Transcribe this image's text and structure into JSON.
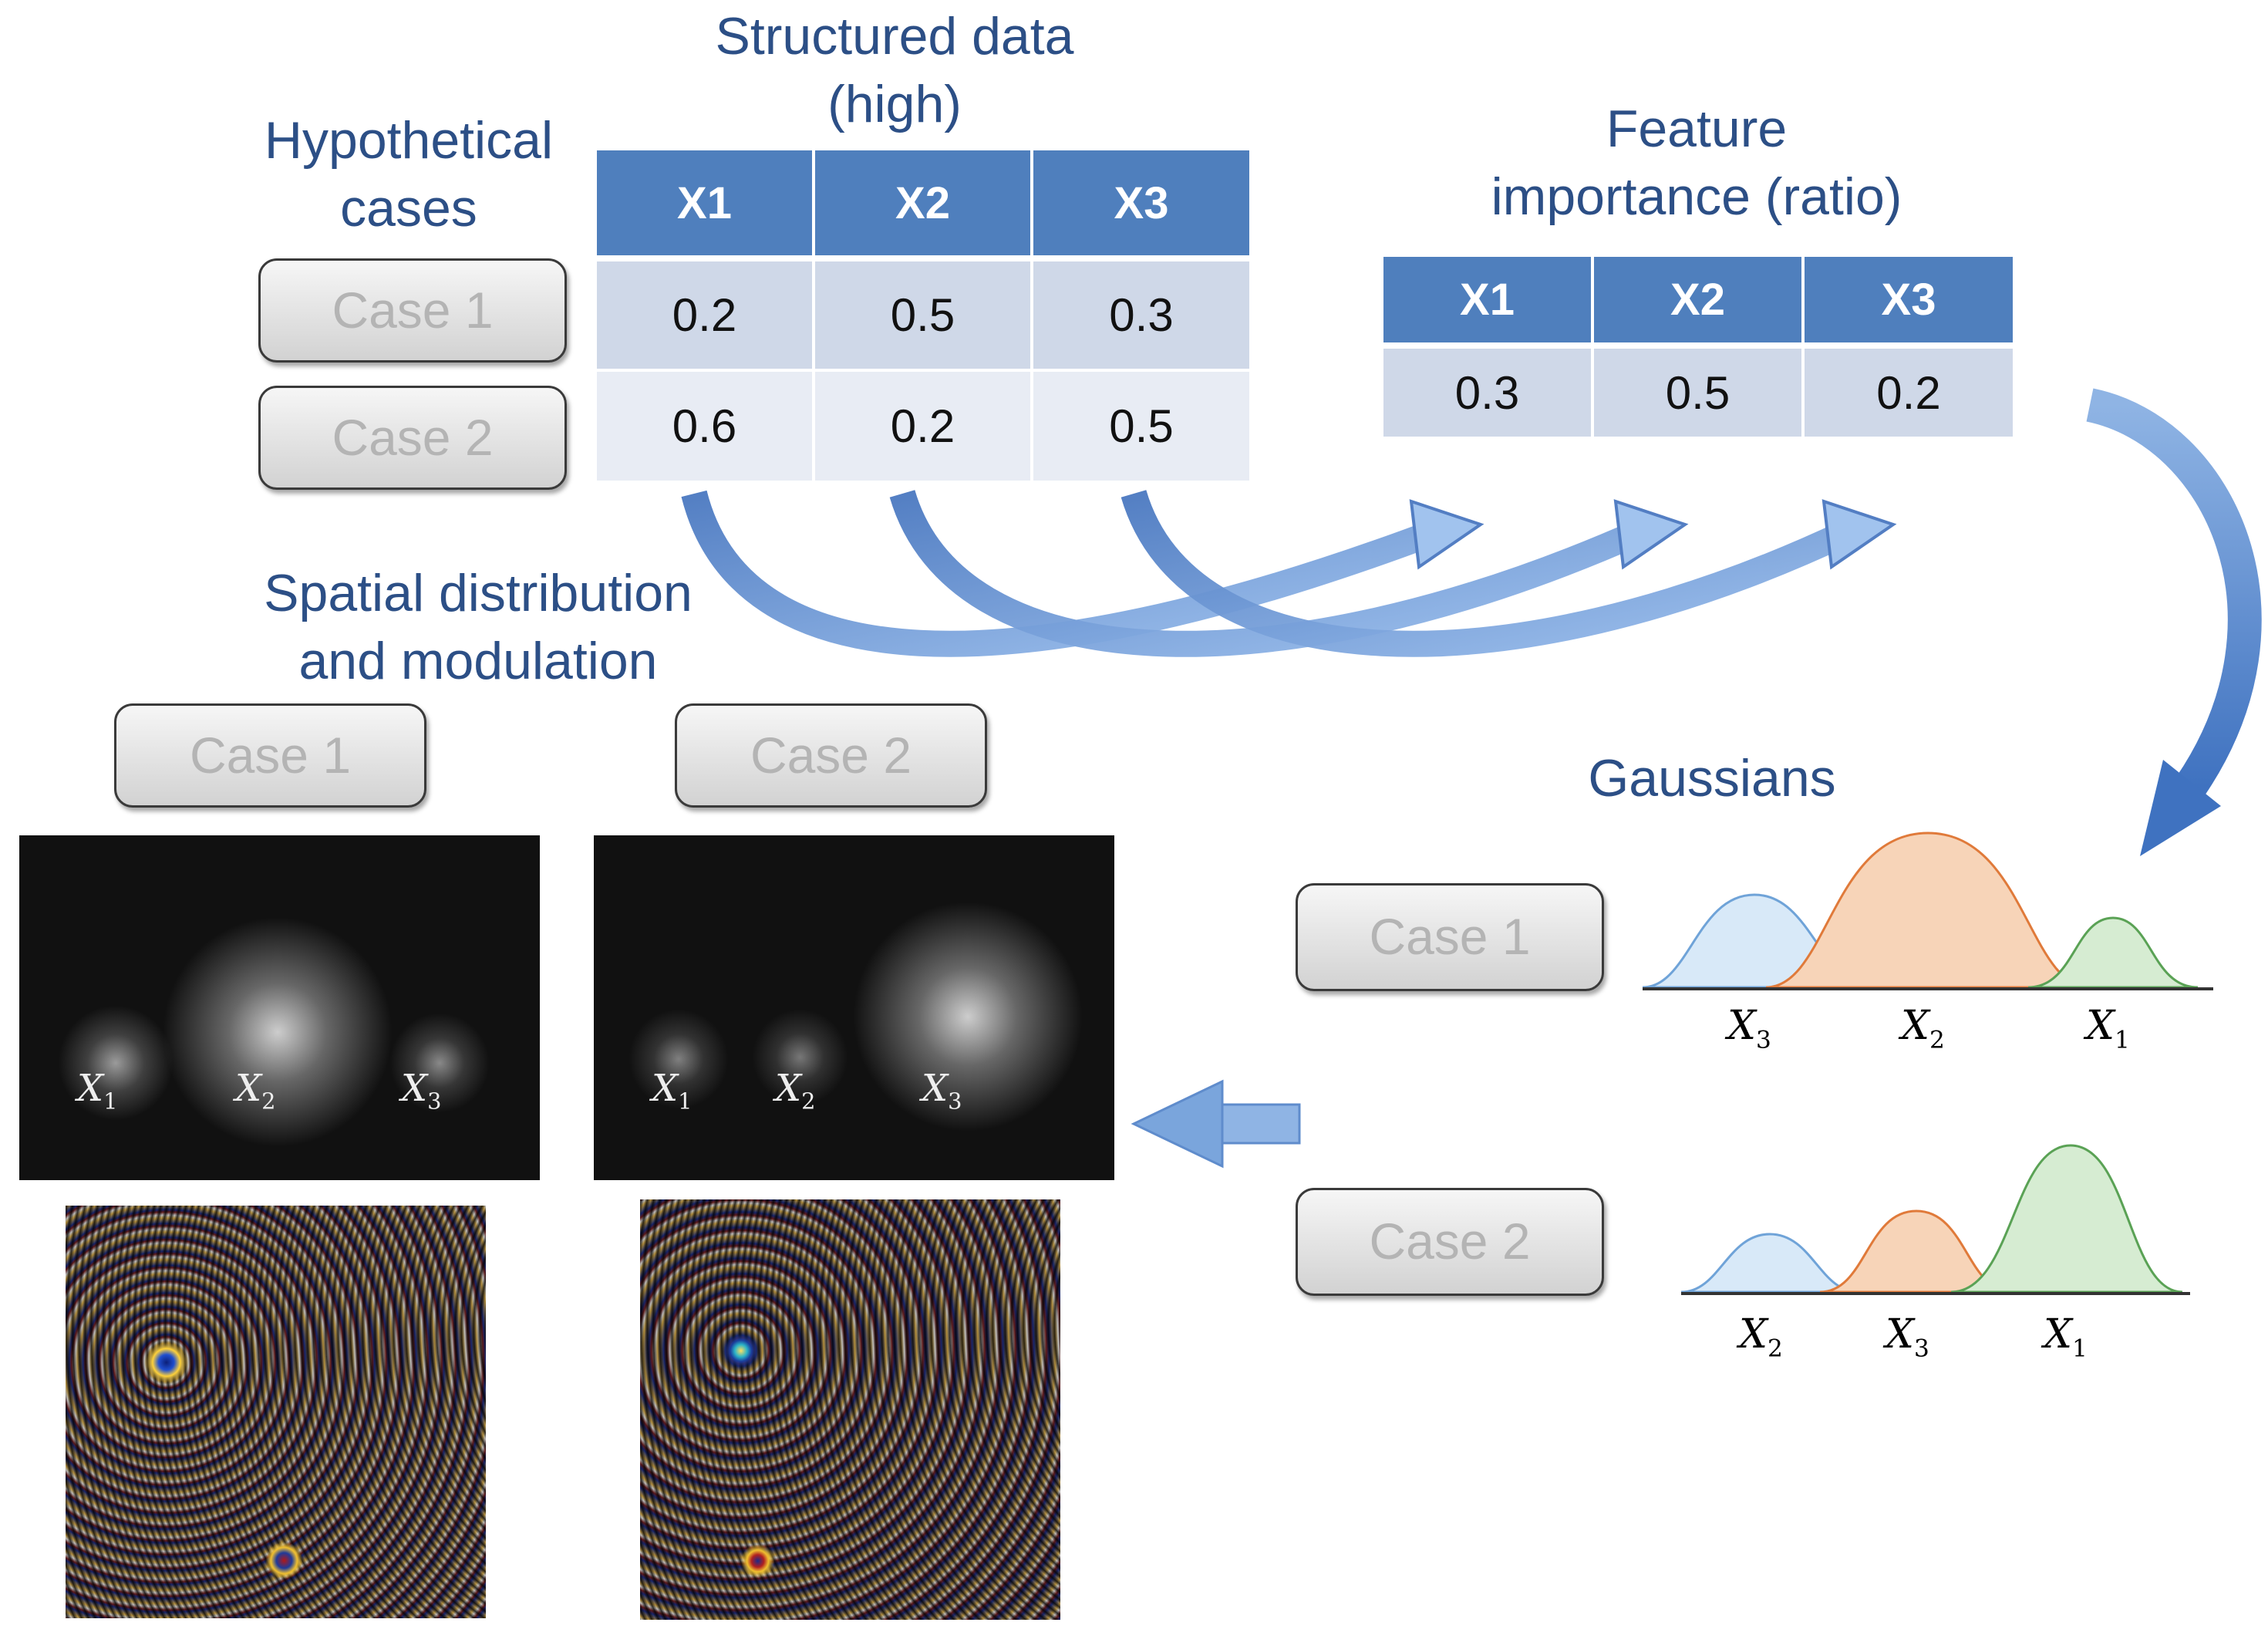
{
  "hypothetical": {
    "title_line1": "Hypothetical",
    "title_line2": "cases",
    "cases": [
      "Case 1",
      "Case 2"
    ]
  },
  "structured": {
    "title_line1": "Structured data",
    "title_line2": "(high)",
    "headers": [
      "X1",
      "X2",
      "X3"
    ],
    "rows": [
      [
        "0.2",
        "0.5",
        "0.3"
      ],
      [
        "0.6",
        "0.2",
        "0.5"
      ]
    ]
  },
  "importance": {
    "title_line1": "Feature",
    "title_line2": "importance (ratio)",
    "headers": [
      "X1",
      "X2",
      "X3"
    ],
    "row": [
      "0.3",
      "0.5",
      "0.2"
    ]
  },
  "gaussians": {
    "title": "Gaussians",
    "case1_button": "Case 1",
    "case2_button": "Case 2",
    "case1_labels": [
      {
        "v": "X",
        "s": "3"
      },
      {
        "v": "X",
        "s": "2"
      },
      {
        "v": "X",
        "s": "1"
      }
    ],
    "case2_labels": [
      {
        "v": "X",
        "s": "2"
      },
      {
        "v": "X",
        "s": "3"
      },
      {
        "v": "X",
        "s": "1"
      }
    ],
    "colors": {
      "blue": "#a9cdee",
      "orange": "#f2b07c",
      "green": "#a8d5a3"
    }
  },
  "spatial": {
    "title_line1": "Spatial distribution",
    "title_line2": "and modulation",
    "case1_button": "Case 1",
    "case2_button": "Case 2",
    "case1_labels": [
      {
        "v": "X",
        "s": "1"
      },
      {
        "v": "X",
        "s": "2"
      },
      {
        "v": "X",
        "s": "3"
      }
    ],
    "case2_labels": [
      {
        "v": "X",
        "s": "1"
      },
      {
        "v": "X",
        "s": "2"
      },
      {
        "v": "X",
        "s": "3"
      }
    ]
  },
  "colors": {
    "accent": "#4f7fbd",
    "title": "#2c4f86",
    "arrow": "#7aa5dc"
  }
}
